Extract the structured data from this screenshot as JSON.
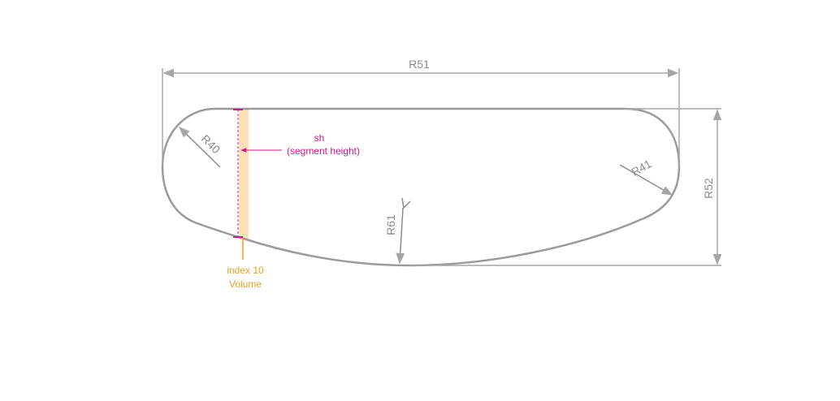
{
  "dimensions": {
    "width_label": "R51",
    "height_label": "R52",
    "left_radius_label": "R40",
    "right_radius_label": "R41",
    "bottom_radius_label": "R61"
  },
  "annotations": {
    "segment_height_symbol": "sh",
    "segment_height_desc": "(segment height)",
    "index_label": "index 10",
    "volume_label": "Volume"
  },
  "colors": {
    "outline": "#9b9b9b",
    "dimension": "#a6a6a6",
    "segment_fill": "#fde0b4",
    "segment_marker": "#cc1a8a",
    "index_marker": "#e8a020"
  }
}
